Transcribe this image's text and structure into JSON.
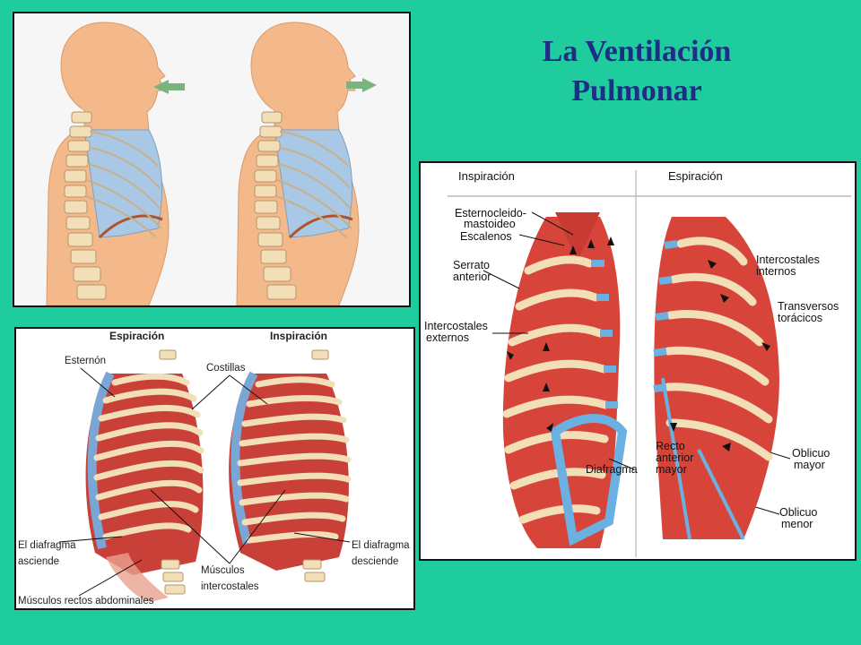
{
  "title": {
    "line1": "La Ventilación",
    "line2": "Pulmonar"
  },
  "colors": {
    "background": "#1fcc9d",
    "title": "#1f2d86",
    "skin": "#f4b98a",
    "lung": "#a9c8e6",
    "muscle": "#d7453a",
    "bone": "#f2dfb8",
    "arrow": "#79b37d"
  },
  "panel_bottom_left": {
    "header_left": "Espiración",
    "header_right": "Inspiración",
    "esternon": "Esternón",
    "costillas": "Costillas",
    "diafragma_asciende_1": "El diafragma",
    "diafragma_asciende_2": "asciende",
    "diafragma_desciende_1": "El diafragma",
    "diafragma_desciende_2": "desciende",
    "musculos_intercostales_1": "Músculos",
    "musculos_intercostales_2": "intercostales",
    "musculos_rectos": "Músculos rectos abdominales"
  },
  "panel_right": {
    "header_left": "Inspiración",
    "header_right": "Espiración",
    "esternocleido_1": "Esternocleido-",
    "esternocleido_2": "mastoideo",
    "escalenos": "Escalenos",
    "serrato_1": "Serrato",
    "serrato_2": "anterior",
    "intercostales_ext_1": "Intercostales",
    "intercostales_ext_2": "externos",
    "intercostales_int_1": "Intercostales",
    "intercostales_int_2": "internos",
    "transversos_1": "Transversos",
    "transversos_2": "torácicos",
    "diafragma": "Diafragma",
    "recto_1": "Recto",
    "recto_2": "anterior",
    "recto_3": "mayor",
    "oblicuo_mayor_1": "Oblicuo",
    "oblicuo_mayor_2": "mayor",
    "oblicuo_menor_1": "Oblicuo",
    "oblicuo_menor_2": "menor"
  }
}
